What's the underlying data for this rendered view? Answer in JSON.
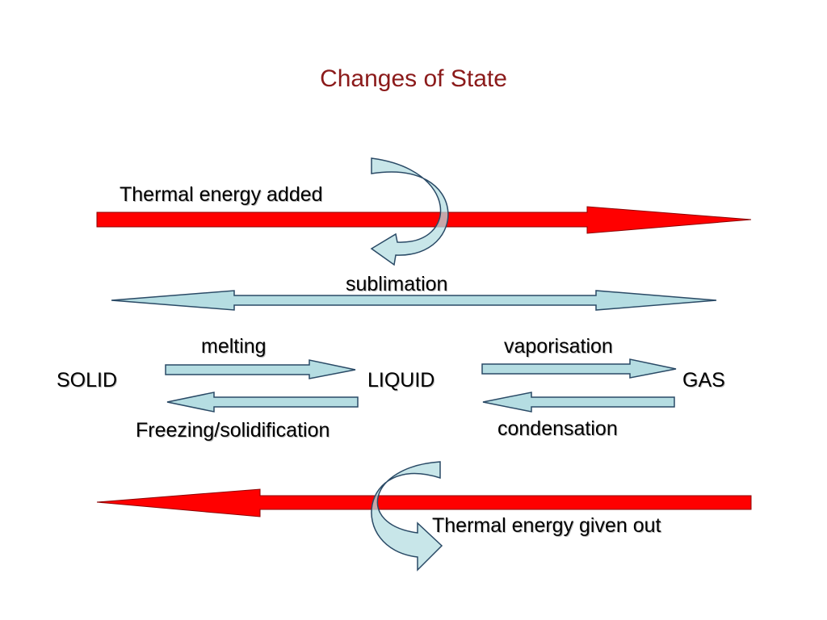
{
  "title": "Changes of State",
  "colors": {
    "title": "#8b1a1a",
    "heat_arrow_fill": "#ff0000",
    "heat_arrow_stroke": "#8b0000",
    "process_arrow_fill": "#b5dde2",
    "process_arrow_stroke": "#2a4a66"
  },
  "labels": {
    "thermal_added": "Thermal energy added",
    "thermal_out": "Thermal energy given out",
    "sublimation": "sublimation",
    "melting": "melting",
    "vaporisation": "vaporisation",
    "freezing": "Freezing/solidification",
    "condensation": "condensation"
  },
  "states": {
    "solid": "SOLID",
    "liquid": "LIQUID",
    "gas": "GAS"
  }
}
